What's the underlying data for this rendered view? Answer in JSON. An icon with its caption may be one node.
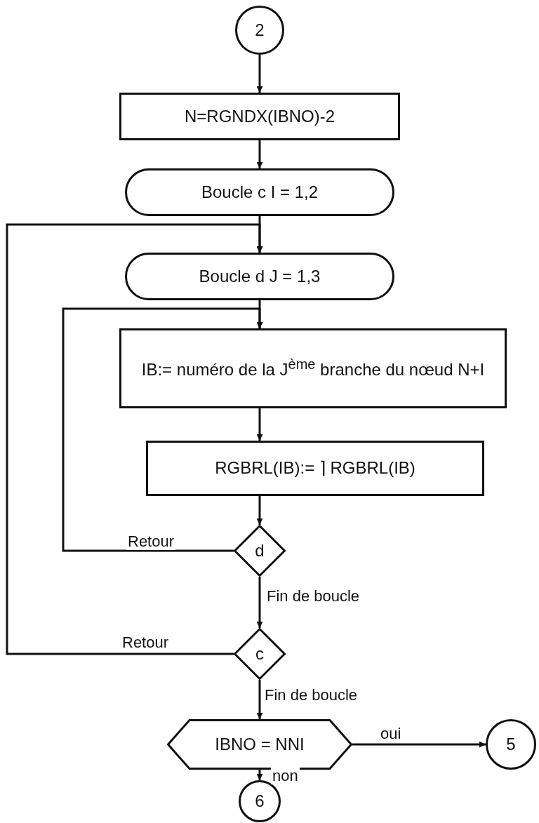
{
  "diagram": {
    "nodes": [
      {
        "text": [
          "2"
        ]
      },
      {
        "text": [
          "N=RGNDX(IBNO)-2"
        ]
      },
      {
        "text": [
          "Boucle c  I = 1,2"
        ]
      },
      {
        "text": [
          "Boucle d  J = 1,3"
        ]
      },
      {
        "text": [
          "IB:= numéro de la J$^{ème}$ branche du nœud N+I"
        ]
      },
      {
        "text": [
          "RGBRL(IB):= ⌉ RGBRL(IB)"
        ]
      },
      {
        "text": [
          "d"
        ]
      },
      {
        "text": [
          "c"
        ]
      },
      {
        "text": [
          "IBNO = NNI"
        ]
      },
      {
        "text": [
          "5"
        ]
      },
      {
        "text": [
          "6"
        ]
      }
    ],
    "edges": [
      {
        "from": 0,
        "to": 1,
        "arrow": "to"
      },
      {
        "from": 1,
        "to": 2,
        "arrow": "to"
      },
      {
        "from": 2,
        "to": 3,
        "arrow": "to"
      },
      {
        "from": 3,
        "to": 4,
        "arrow": "to"
      },
      {
        "from": 4,
        "to": 5,
        "arrow": "to"
      },
      {
        "from": 5,
        "to": 6,
        "arrow": "to"
      },
      {
        "from": 6,
        "to": 4,
        "arrow": "to",
        "label": "Retour"
      },
      {
        "from": 6,
        "to": 7,
        "arrow": "to",
        "label": "Fin de boucle"
      },
      {
        "from": 7,
        "to": 3,
        "arrow": "to",
        "label": "Retour"
      },
      {
        "from": 7,
        "to": 8,
        "arrow": "to",
        "label": "Fin de boucle"
      },
      {
        "from": 8,
        "to": 9,
        "arrow": "to",
        "label": "oui"
      },
      {
        "from": 8,
        "to": 10,
        "arrow": "to",
        "label": "non"
      }
    ]
  }
}
